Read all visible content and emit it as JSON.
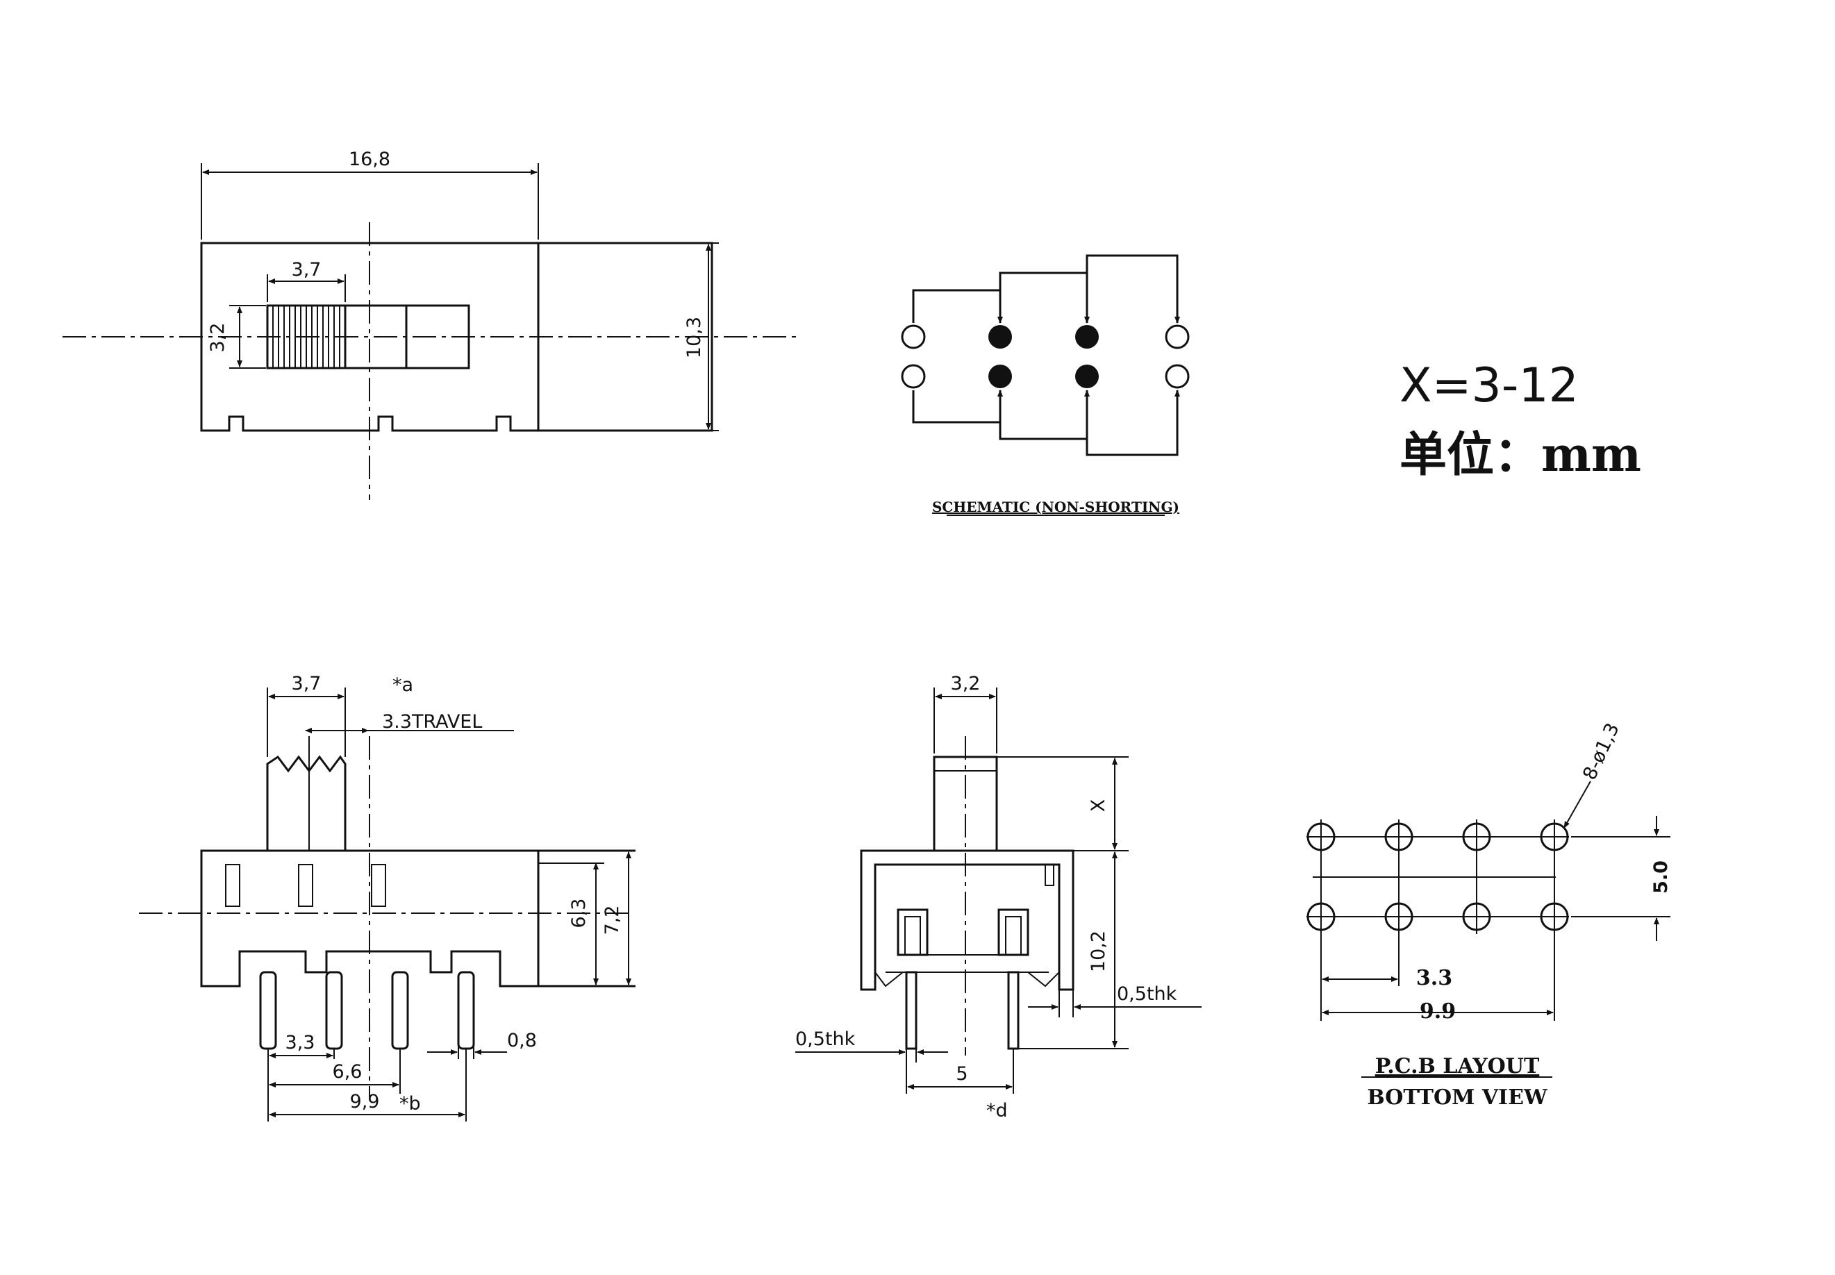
{
  "top_view": {
    "dim_width": "16,8",
    "dim_knob_width": "3,7",
    "dim_knob_height": "3,2",
    "dim_height": "10,3"
  },
  "schematic": {
    "caption": "SCHEMATIC (NON-SHORTING)"
  },
  "formula": {
    "x_range": "X=3-12",
    "unit_label": "单位：mm"
  },
  "front_view": {
    "dim_knob_width": "3,7",
    "note_a": "*a",
    "travel": "3.3TRAVEL",
    "dim_body_height": "6,3",
    "dim_total_height": "7,2",
    "dim_pitch": "3,3",
    "dim_span_2": "6,6",
    "dim_span_3": "9,9",
    "note_b": "*b",
    "dim_pin_width": "0,8"
  },
  "side_view": {
    "dim_knob_width": "3,2",
    "dim_x": "X",
    "dim_body_height": "10,2",
    "dim_thk_right": "0,5thk",
    "dim_thk_left": "0,5thk",
    "dim_pin_span": "5",
    "note_d": "*d"
  },
  "pcb_layout": {
    "hole_label": "8-ø1,3",
    "dim_row_spacing": "5.0",
    "dim_pitch": "3.3",
    "dim_span": "9.9",
    "title_line1": "P.C.B LAYOUT",
    "title_line2": "BOTTOM VIEW",
    "hole_rows": 2,
    "hole_cols": 4
  }
}
